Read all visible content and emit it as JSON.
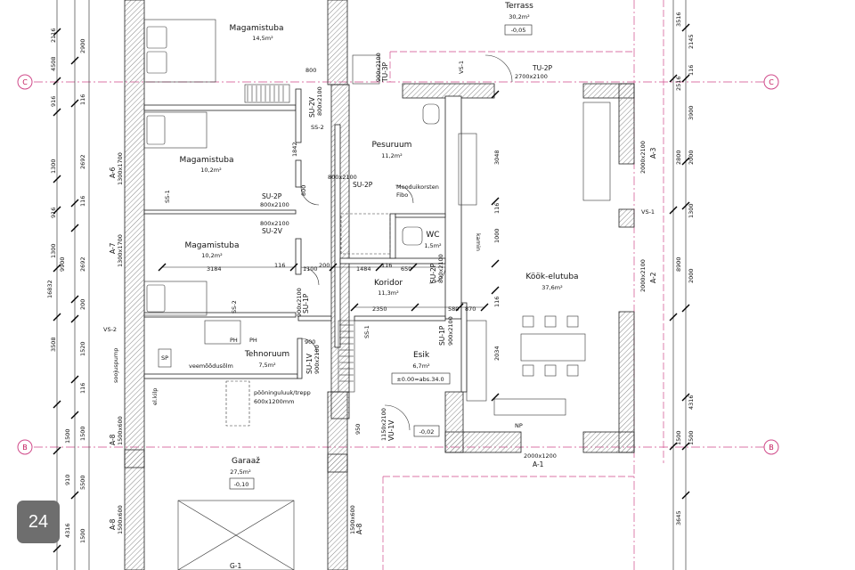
{
  "grid_axes": {
    "c_left": "C",
    "c_right": "C",
    "b_left": "B",
    "b_right": "B"
  },
  "rooms": {
    "terrass": {
      "name": "Terrass",
      "area": "30,2m²",
      "level": "-0,05"
    },
    "magamistuba_1": {
      "name": "Magamistuba",
      "area": "14,5m²"
    },
    "magamistuba_2": {
      "name": "Magamistuba",
      "area": "10,2m²"
    },
    "magamistuba_3": {
      "name": "Magamistuba",
      "area": "10,2m²"
    },
    "pesuruum": {
      "name": "Pesuruum",
      "area": "11,2m²"
    },
    "wc": {
      "name": "WC",
      "area": "1,5m²"
    },
    "koridor": {
      "name": "Koridor",
      "area": "11,3m²"
    },
    "kook_elutuba": {
      "name": "Köök-elutuba",
      "area": "37,6m²"
    },
    "esik": {
      "name": "Esik",
      "area": "6,7m²",
      "level": "±0.00=abs.34.0"
    },
    "tehnoruum": {
      "name": "Tehnoruum",
      "area": "7,5m²"
    },
    "garaaz": {
      "name": "Garaaž",
      "area": "27,5m²",
      "level": "-0,10"
    },
    "esik_step": {
      "level": "-0,02"
    }
  },
  "annotations": {
    "moodul": "Mooduikorsten",
    "fibo": "Fibo",
    "kamin": "kamin",
    "veemoodusolm": "veemõõdusõlm",
    "poonigu": "pööninguluuk/trepp",
    "poonigu_size": "600x1200mm",
    "soojuspump": "soojuspump",
    "elkilp": "el.kilp",
    "ph1": "PH",
    "ph2": "PH",
    "np": "NP",
    "sp": "SP"
  },
  "doors": {
    "tu2p": "TU-2P",
    "tu2p_size": "2700x2100",
    "su2v_a": "SU-2V",
    "su2v_a_size": "800x2100",
    "tu3p": "TU-3P",
    "tu3p_size": "900x2100",
    "su2p": "SU-2P",
    "su2p_size": "800x2100",
    "su2v_b": "SU-2V",
    "su2v_b_size": "800x2100",
    "su2p_b": "SU-2P",
    "su2p_b_size": "800x2100",
    "su1p": "SU-1P",
    "su1p_size": "900x2100",
    "su1p_b": "SU-1P",
    "su1p_b_size": "900x2100",
    "su1v": "SU-1V",
    "su1v_size": "900x2100",
    "vu1v": "VU-1V",
    "vu1v_size": "1150x2100",
    "s1": "800x2100"
  },
  "windows": {
    "a3": "A-3",
    "a3_size": "2000x2100",
    "a2": "A-2",
    "a2_size": "2000x2100",
    "a1": "A-1",
    "a1_size": "2000x1200",
    "a6": "A-6",
    "a6_size": "1300x1700",
    "a7": "A-7",
    "a7_size": "1300x1700",
    "a8a": "A-8",
    "a8a_size": "1500x600",
    "a8b": "A-8",
    "a8b_size": "1500x600",
    "a8c": "A-8",
    "a8c_size": "1500x600",
    "g1": "G-1"
  },
  "sections": {
    "vs1a": "VS-1",
    "vs1b": "VS-1",
    "vs2": "VS-2",
    "ss1a": "SS-1",
    "ss1b": "SS-1",
    "ss2a": "SS-2",
    "ss2b": "SS-2"
  },
  "dims": {
    "left_col1": [
      "2116",
      "4508",
      "916",
      "1300",
      "916",
      "1300",
      "3508",
      "1500",
      "910",
      "4316"
    ],
    "left_col2": [
      "2900",
      "116",
      "2692",
      "116",
      "2692",
      "200",
      "1520",
      "116",
      "1500",
      "5500",
      "1500"
    ],
    "left_total": "16832",
    "left_sub": "9900",
    "right_col1": [
      "3516",
      "2145",
      "116",
      "3900",
      "2000",
      "1300",
      "2000",
      "4316",
      "1500",
      "3645"
    ],
    "right_col2": [
      "2516",
      "2800",
      "8900",
      "1500"
    ],
    "h_3184": "3184",
    "h_1100": "1100",
    "h_200": "200",
    "h_1484": "1484",
    "h_116a": "116",
    "h_650": "650",
    "h_2350": "2350",
    "h_580": "580",
    "h_870": "870",
    "h_116b": "116",
    "h_800": "800",
    "h_900": "900",
    "v_1842": "1842",
    "v_3048": "3048",
    "v_1000": "1000",
    "v_2034": "2034",
    "v_116c": "116",
    "v_950": "950",
    "h_800b": "800",
    "v_116d": "116"
  },
  "badge": "24"
}
